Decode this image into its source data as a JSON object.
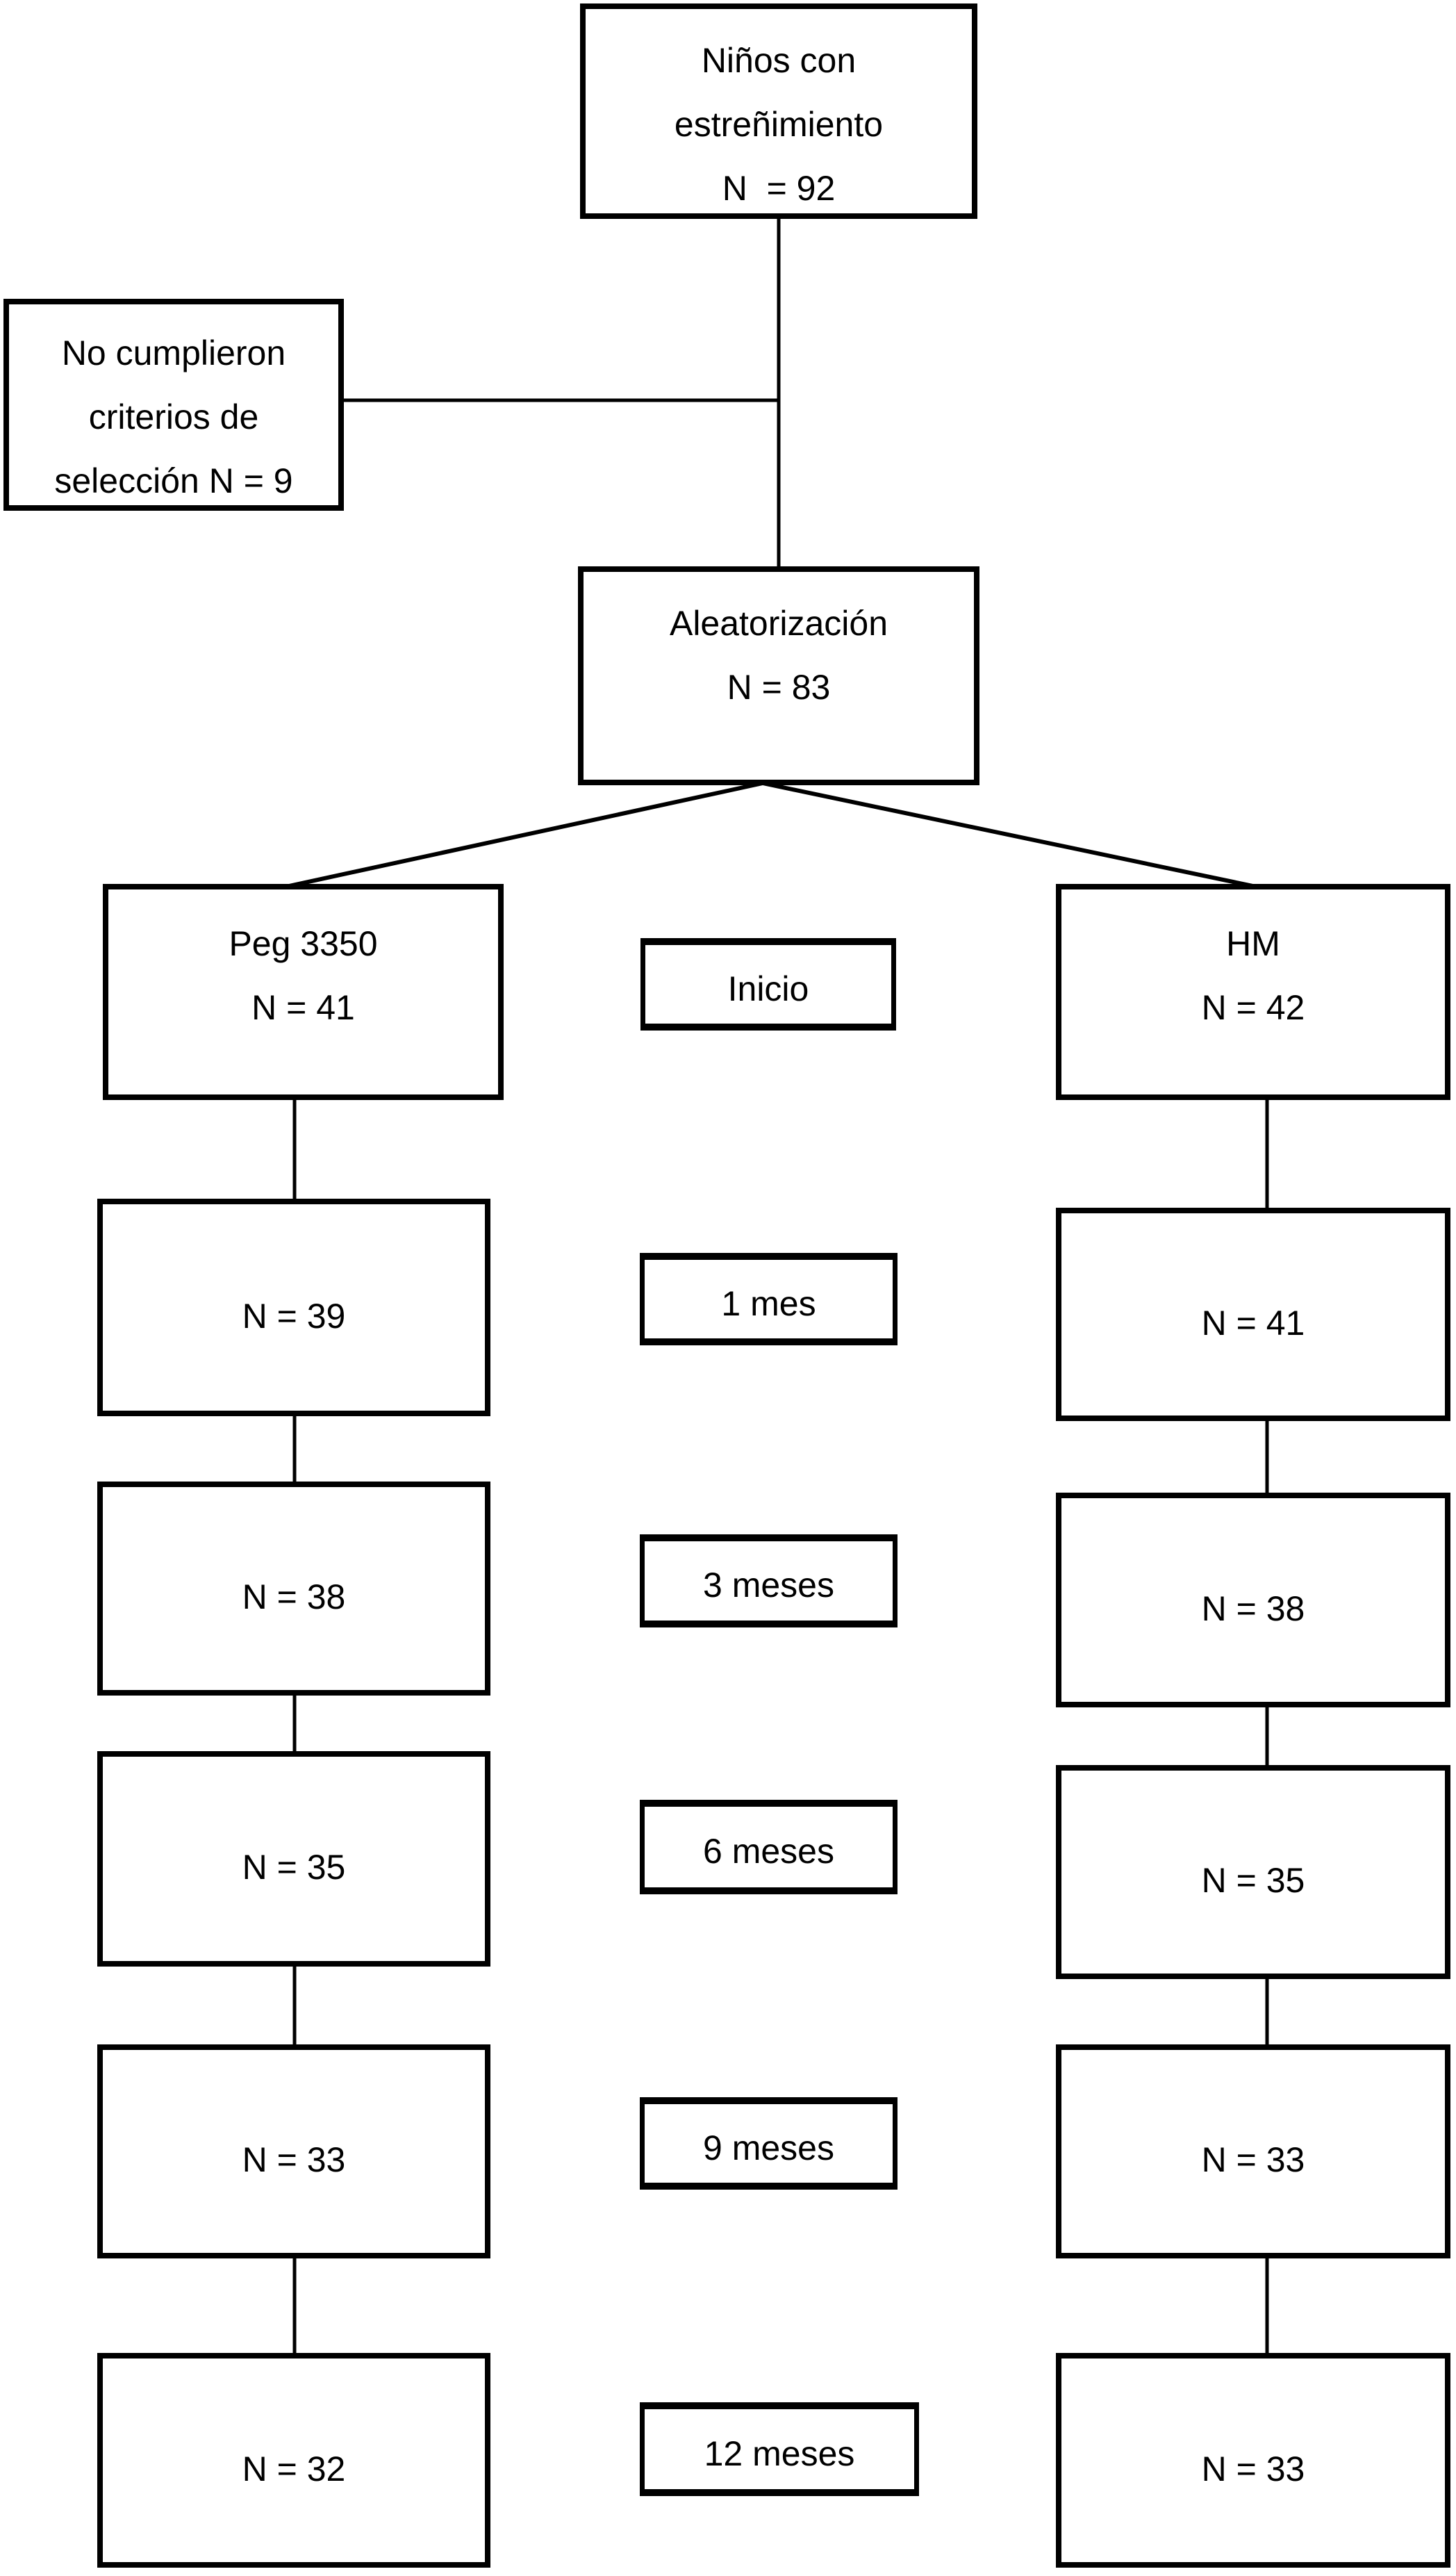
{
  "figure": {
    "background_color": "#ffffff",
    "line_color": "#000000"
  },
  "boxes": {
    "enrollment": {
      "line1": "Niños con",
      "line2": "estreñimiento",
      "line3": "N  = 92"
    },
    "excluded": {
      "line1": "No cumplieron",
      "line2": "criterios de",
      "line3": "selección N = 9"
    },
    "randomization": {
      "line1": "Aleatorización",
      "line2": "N = 83"
    },
    "peg_header": {
      "line1": "Peg 3350",
      "line2": "N = 41"
    },
    "hm_header": {
      "line1": "HM",
      "line2": "N = 42"
    },
    "start_label": "Inicio"
  },
  "followup_rows": [
    {
      "peg": "N = 39",
      "time": "1 mes",
      "hm": "N = 41"
    },
    {
      "peg": "N = 38",
      "time": "3 meses",
      "hm": "N = 38"
    },
    {
      "peg": "N = 35",
      "time": "6 meses",
      "hm": "N = 35"
    },
    {
      "peg": "N = 33",
      "time": "9 meses",
      "hm": "N = 33"
    },
    {
      "peg": "N = 32",
      "time": "12 meses",
      "hm": "N = 33"
    }
  ]
}
